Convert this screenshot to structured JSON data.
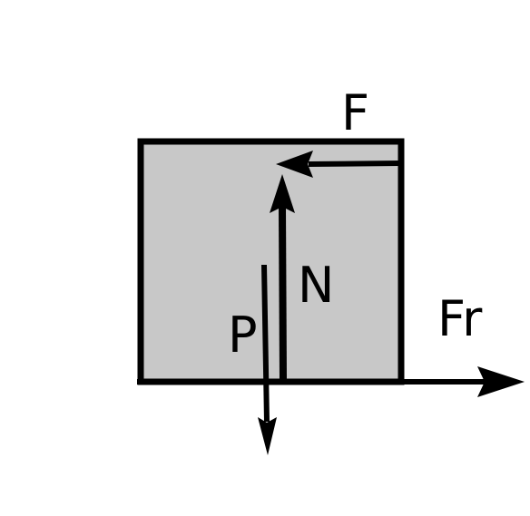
{
  "colors": {
    "block_fill": "#c8c8c8",
    "stroke": "#000000",
    "background": "#ffffff"
  },
  "labels": {
    "applied_force": "F",
    "normal_force": "N",
    "weight": "P",
    "friction": "Fr"
  }
}
